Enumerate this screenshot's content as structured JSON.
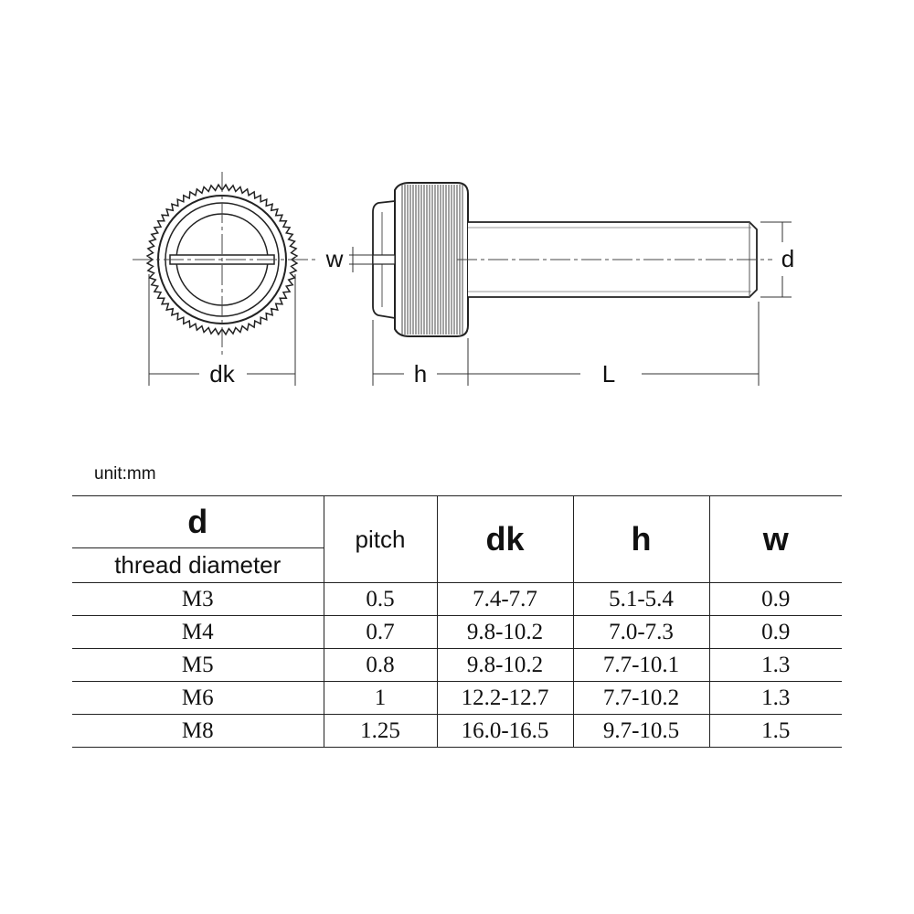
{
  "drawing": {
    "labels": {
      "dk": "dk",
      "h": "h",
      "L": "L",
      "d": "d",
      "w": "w"
    },
    "colors": {
      "line": "#222222",
      "knurl": "#333333",
      "body": "#ffffff"
    }
  },
  "unit": "unit:mm",
  "table": {
    "headers": {
      "d": "d",
      "d_sub": "thread diameter",
      "pitch": "pitch",
      "dk": "dk",
      "h": "h",
      "w": "w"
    },
    "rows": [
      [
        "M3",
        "0.5",
        "7.4-7.7",
        "5.1-5.4",
        "0.9"
      ],
      [
        "M4",
        "0.7",
        "9.8-10.2",
        "7.0-7.3",
        "0.9"
      ],
      [
        "M5",
        "0.8",
        "9.8-10.2",
        "7.7-10.1",
        "1.3"
      ],
      [
        "M6",
        "1",
        "12.2-12.7",
        "7.7-10.2",
        "1.3"
      ],
      [
        "M8",
        "1.25",
        "16.0-16.5",
        "9.7-10.5",
        "1.5"
      ]
    ]
  }
}
